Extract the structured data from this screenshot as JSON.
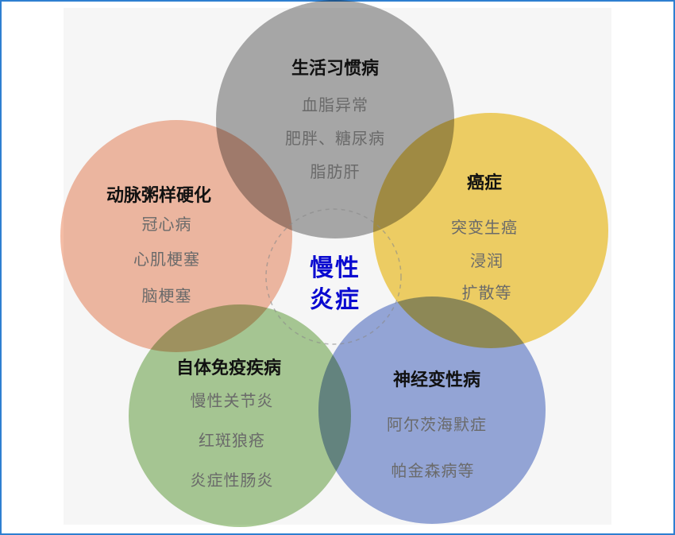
{
  "center": {
    "line1": "慢性",
    "line2": "炎症"
  },
  "circles": [
    {
      "title": "生活习惯病",
      "items": [
        "血脂异常",
        "肥胖、糖尿病",
        "脂肪肝"
      ],
      "color": "#a8a8a8"
    },
    {
      "title": "癌症",
      "items": [
        "突变生癌",
        "浸润",
        "扩散等"
      ],
      "color": "#f5d25e"
    },
    {
      "title": "神经变性病",
      "items": [
        "阿尔茨海默症",
        "帕金森病等"
      ],
      "color": "#93a6dc"
    },
    {
      "title": "自体免疫疾病",
      "items": [
        "慢性关节炎",
        "红斑狼疮",
        "炎症性肠炎"
      ],
      "color": "#a7c991"
    },
    {
      "title": "动脉粥样硬化",
      "items": [
        "冠心病",
        "心肌梗塞",
        "脑梗塞"
      ],
      "color": "#f4b9a0"
    }
  ]
}
